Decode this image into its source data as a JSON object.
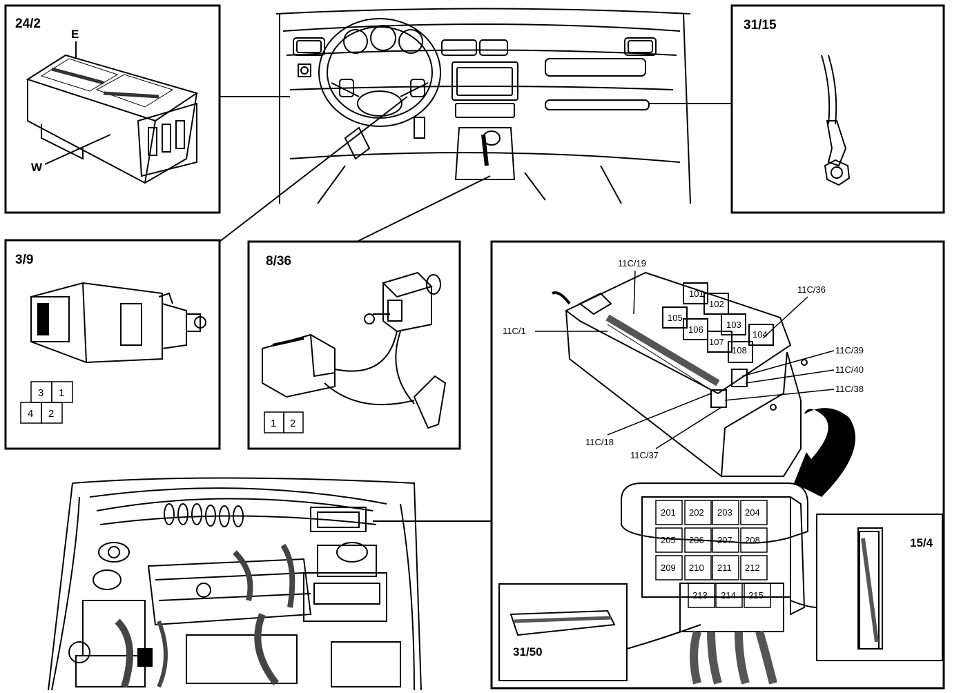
{
  "panels": {
    "relay_24_2": {
      "title": "24/2",
      "label_e": "E",
      "label_w": "W"
    },
    "ground_31_15": {
      "title": "31/15"
    },
    "switch_3_9": {
      "title": "3/9",
      "pins": [
        "3",
        "1",
        "4",
        "2"
      ]
    },
    "sensor_8_36": {
      "title": "8/36",
      "pins": [
        "1",
        "2"
      ]
    },
    "fuse_box": {
      "callouts": {
        "c19": "11C/19",
        "c36": "11C/36",
        "c1": "11C/1",
        "c39": "11C/39",
        "c40": "11C/40",
        "c38": "11C/38",
        "c18": "11C/18",
        "c37": "11C/37"
      },
      "upper_relays": [
        "101",
        "102",
        "105",
        "106",
        "103",
        "107",
        "104",
        "108"
      ],
      "lower_relays": [
        "201",
        "202",
        "203",
        "204",
        "205",
        "206",
        "207",
        "208",
        "209",
        "210",
        "211",
        "212",
        "213",
        "214",
        "215"
      ],
      "label_15_4": "15/4",
      "label_31_50": "31/50"
    }
  }
}
